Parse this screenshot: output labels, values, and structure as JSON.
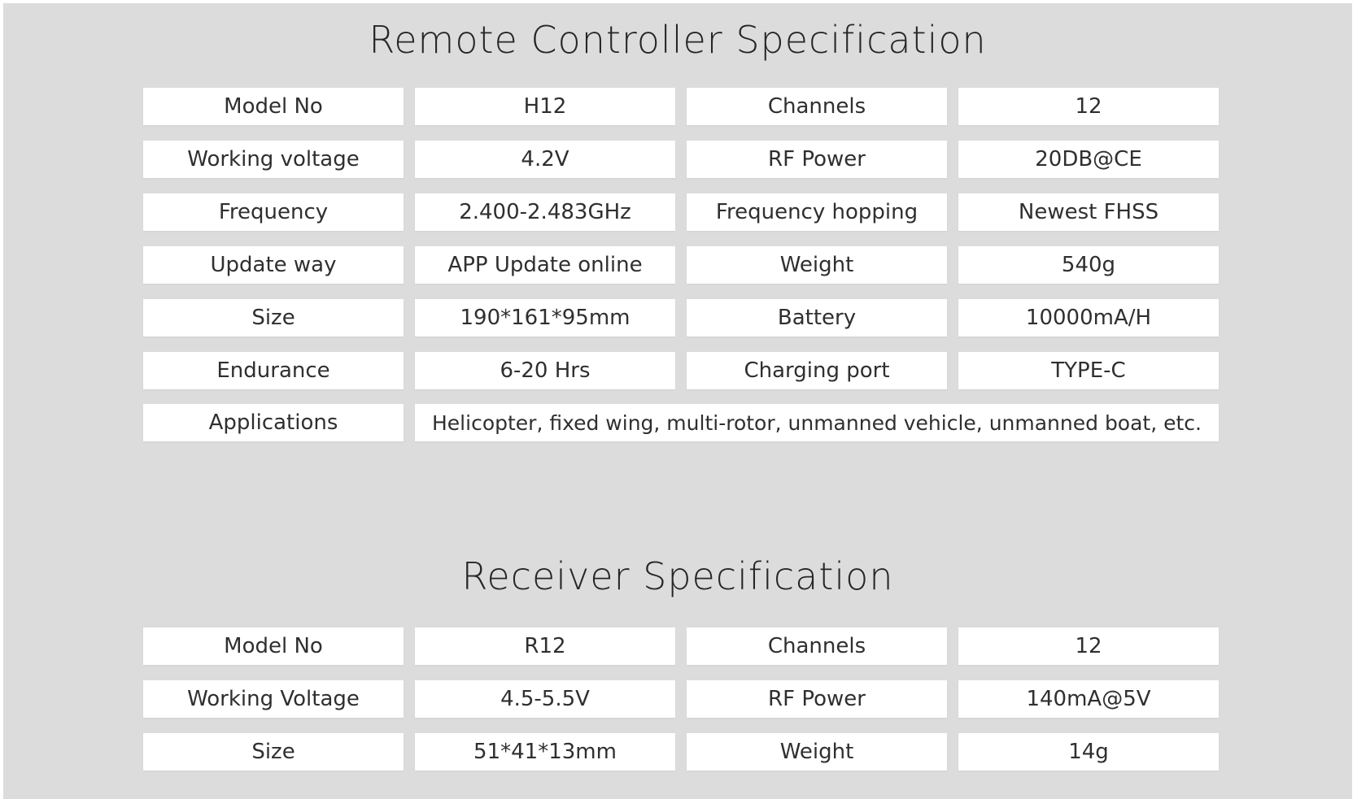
{
  "remote_controller": {
    "title": "Remote Controller Specification",
    "rows": [
      {
        "label1": "Model No",
        "value1": "H12",
        "label2": "Channels",
        "value2": "12"
      },
      {
        "label1": "Working voltage",
        "value1": "4.2V",
        "label2": "RF Power",
        "value2": "20DB@CE"
      },
      {
        "label1": "Frequency",
        "value1": "2.400-2.483GHz",
        "label2": "Frequency hopping",
        "value2": "Newest FHSS"
      },
      {
        "label1": "Update way",
        "value1": "APP Update online",
        "label2": "Weight",
        "value2": "540g"
      },
      {
        "label1": "Size",
        "value1": "190*161*95mm",
        "label2": "Battery",
        "value2": "10000mA/H"
      },
      {
        "label1": "Endurance",
        "value1": "6-20 Hrs",
        "label2": "Charging port",
        "value2": "TYPE-C"
      }
    ],
    "applications": {
      "label": "Applications",
      "value": "Helicopter, fixed wing, multi-rotor, unmanned vehicle, unmanned boat, etc."
    }
  },
  "receiver": {
    "title": "Receiver Specification",
    "rows": [
      {
        "label1": "Model No",
        "value1": "R12",
        "label2": "Channels",
        "value2": "12"
      },
      {
        "label1": "Working Voltage",
        "value1": "4.5-5.5V",
        "label2": "RF Power",
        "value2": "140mA@5V"
      },
      {
        "label1": "Size",
        "value1": "51*41*13mm",
        "label2": "Weight",
        "value2": "14g"
      }
    ]
  }
}
